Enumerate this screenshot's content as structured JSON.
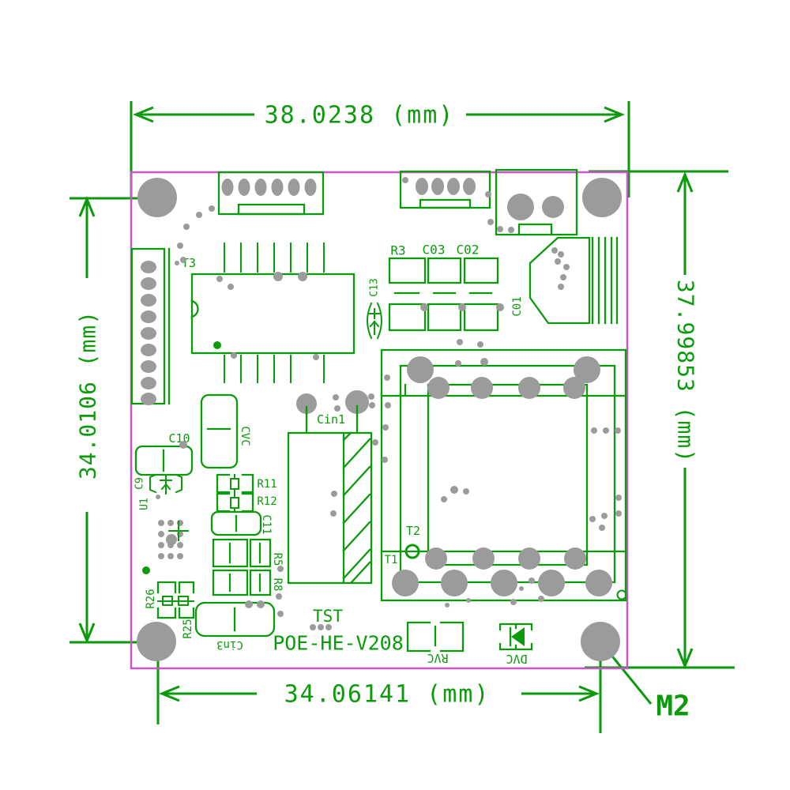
{
  "drawing": {
    "title": "PCB dimension drawing",
    "board_name": "POE-HE-V208",
    "dimensions": {
      "top": "38.0238 (mm)",
      "bottom": "34.06141 (mm)",
      "left": "34.0106 (mm)",
      "right": "37.99853 (mm)",
      "mount_hole": "M2"
    },
    "silkscreen_labels": {
      "t3": "T3",
      "c13": "C13",
      "r3": "R3",
      "c03": "C03",
      "c02": "C02",
      "c01": "C01",
      "cvc": "CVC",
      "c10": "C10",
      "c9": "C9",
      "u1": "U1",
      "r11": "R11",
      "r12": "R12",
      "c11": "C11",
      "cin1": "Cin1",
      "r5": "R5",
      "r8": "R8",
      "t1": "T1",
      "t2": "T2",
      "r26": "R26",
      "r25": "R25",
      "cin3": "Cin3",
      "tst": "TST",
      "rvc": "RVC",
      "dvc": "DVC"
    },
    "colors": {
      "silkscreen_green": "#0a9a0a",
      "board_outline_magenta": "#cc55cc",
      "pad_gray": "#9b9b9b",
      "background": "#ffffff"
    }
  }
}
